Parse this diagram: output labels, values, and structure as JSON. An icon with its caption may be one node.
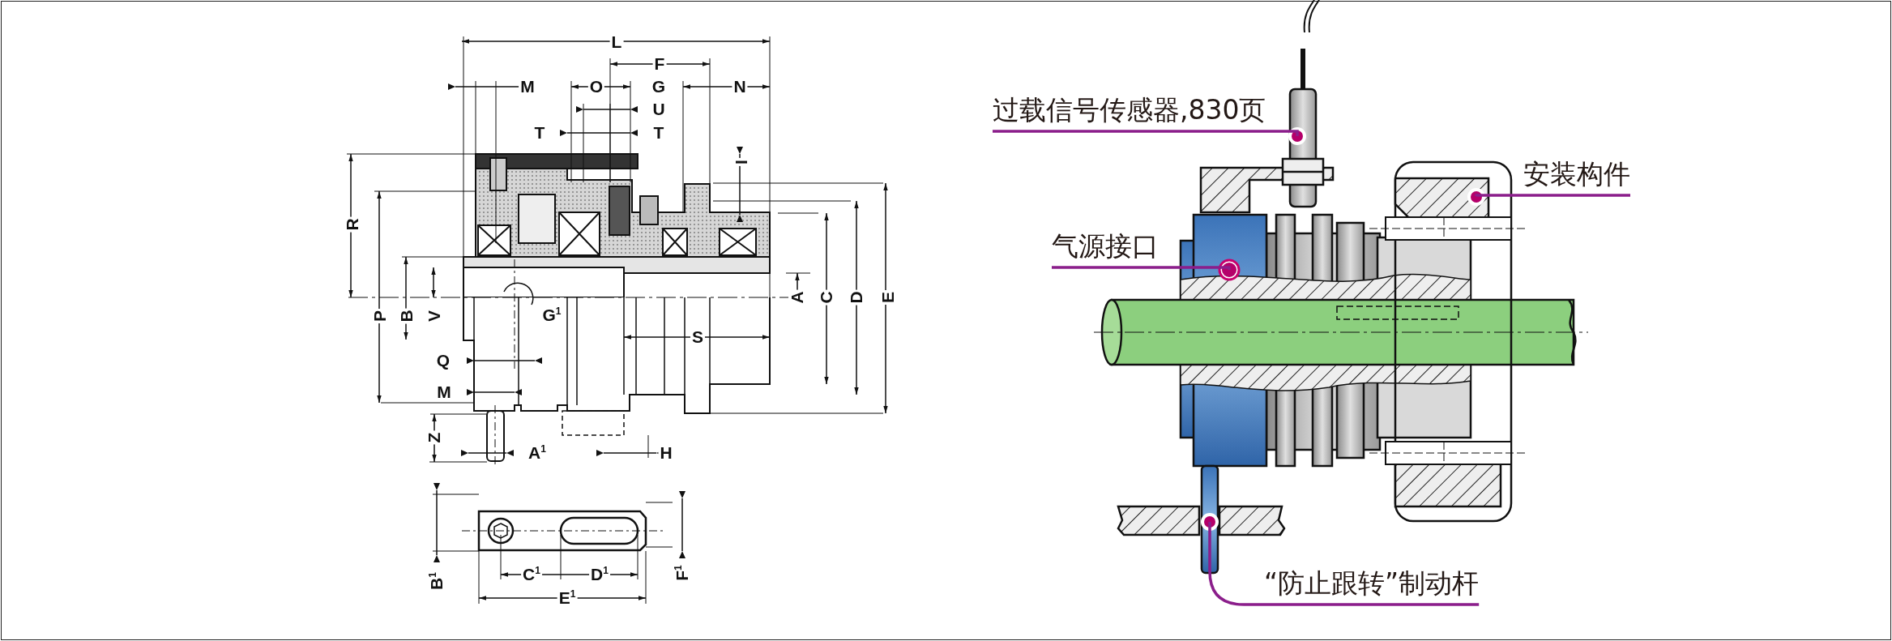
{
  "diagram": {
    "nodes": [
      {
        "text": [
          "过载信号传感器,830页"
        ]
      },
      {
        "text": [
          "安装构件"
        ]
      },
      {
        "text": [
          "气源接口"
        ]
      },
      {
        "text": [
          "“防止跟转”制动杆"
        ]
      }
    ],
    "edges": [
      {
        "from": 0,
        "to": null,
        "arrow": "none"
      },
      {
        "from": 1,
        "to": null,
        "arrow": "none"
      },
      {
        "from": 2,
        "to": null,
        "arrow": "none"
      },
      {
        "from": 3,
        "to": null,
        "arrow": "none"
      }
    ],
    "labels": [
      "L",
      "M",
      "F",
      "O",
      "G",
      "N",
      "U",
      "T",
      "T",
      "I",
      "R",
      "P",
      "B",
      "V",
      "A",
      "C",
      "D",
      "E",
      "G$^{1}$",
      "Q",
      "S",
      "M",
      "Z",
      "A$^{1}$",
      "H",
      "B$^{1}$",
      "C$^{1}$",
      "D$^{1}$",
      "E$^{1}$",
      "F$^{1}$"
    ]
  }
}
